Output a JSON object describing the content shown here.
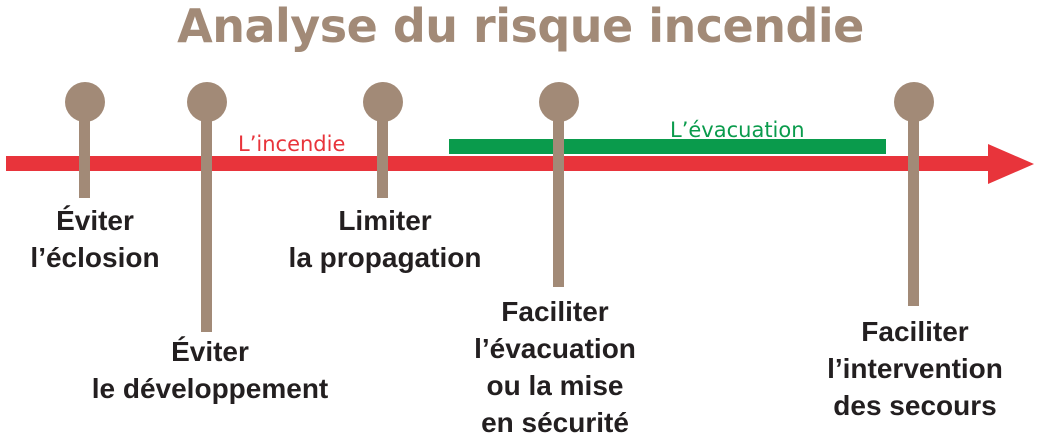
{
  "title": "Analyse du risque incendie",
  "phases": {
    "incendie_label": "L’incendie",
    "evacuation_label": "L’évacuation"
  },
  "steps": [
    {
      "line1": "Éviter",
      "line2": "l’éclosion"
    },
    {
      "line1": "Éviter",
      "line2": "le développement"
    },
    {
      "line1": "Limiter",
      "line2": "la propagation"
    },
    {
      "line1": "Faciliter",
      "line2": "l’évacuation",
      "line3": "ou la mise",
      "line4": "en sécurité"
    },
    {
      "line1": "Faciliter",
      "line2": "l’intervention",
      "line3": "des secours"
    }
  ],
  "colors": {
    "brand_brown": "#a28a77",
    "fire_red": "#e8343b",
    "evacuation_green": "#0a9b4c",
    "text_dark": "#231f20"
  }
}
